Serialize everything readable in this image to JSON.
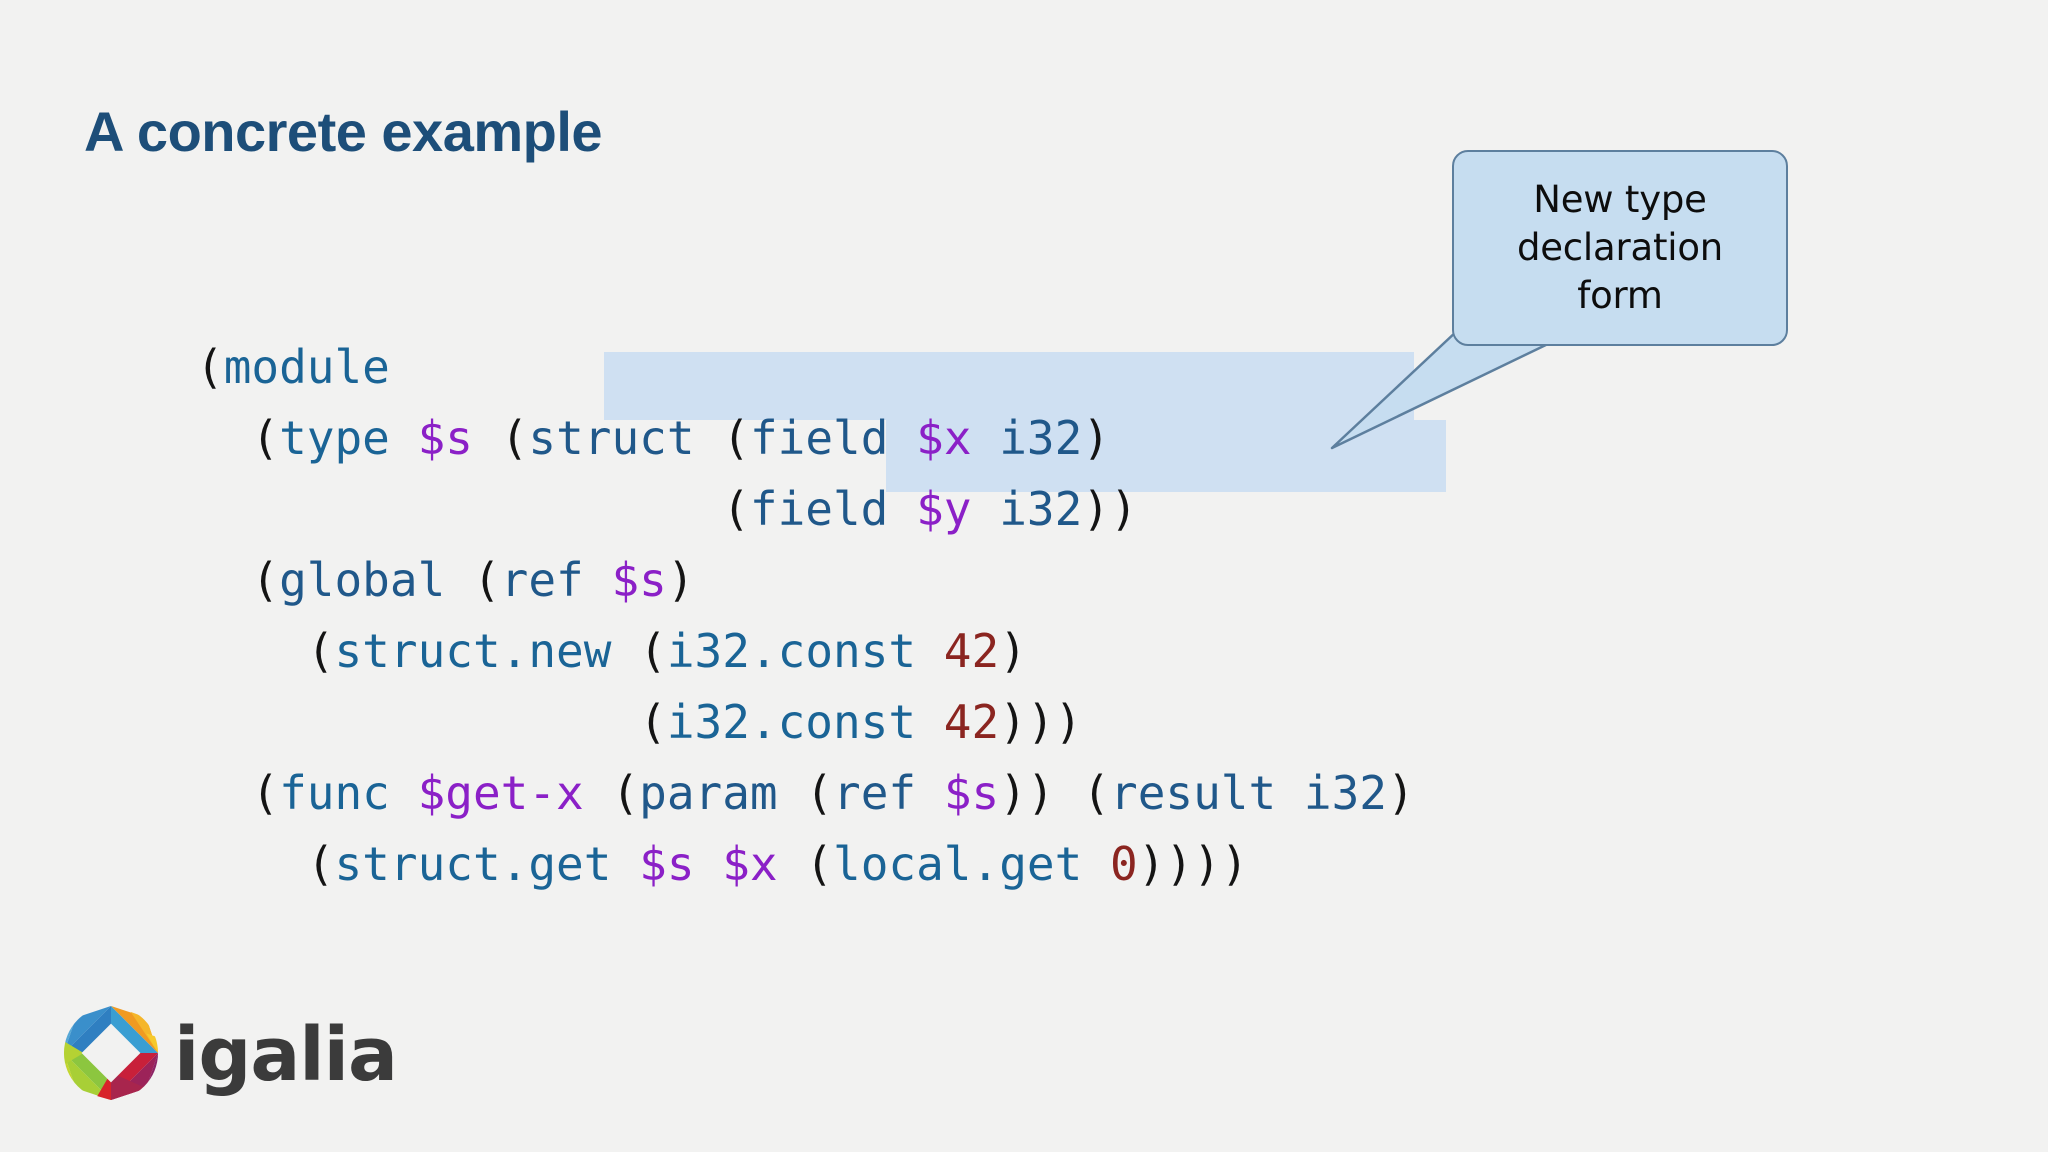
{
  "slide": {
    "title": "A concrete example",
    "background_color": "#f2f2f1",
    "title_color": "#1d4e79"
  },
  "callout": {
    "text": "New type\ndeclaration\nform",
    "line_1": "New type",
    "line_2": "declaration",
    "line_3": "form",
    "fill_color": "#c6ddf0",
    "border_color": "#5d7f9e"
  },
  "highlight": {
    "color": "#cfe0f2",
    "target": "(struct (field $x i32) (field $y i32))"
  },
  "code": {
    "language": "wat",
    "full_text": "(module\n  (type $s (struct (field $x i32)\n                   (field $y i32))\n  (global (ref $s)\n    (struct.new (i32.const 42)\n                (i32.const 42)))\n  (func $get-x (param (ref $s)) (result i32)\n    (struct.get $s $x (local.get 0))))",
    "lines": [
      {
        "id": "line-1",
        "indent": 0,
        "text": "(module"
      },
      {
        "id": "line-2",
        "indent": 1,
        "text": "  (type $s (struct (field $x i32)"
      },
      {
        "id": "line-3",
        "indent": 9,
        "text": "                   (field $y i32))"
      },
      {
        "id": "line-4",
        "indent": 1,
        "text": "  (global (ref $s)"
      },
      {
        "id": "line-5",
        "indent": 2,
        "text": "    (struct.new (i32.const 42)"
      },
      {
        "id": "line-6",
        "indent": 8,
        "text": "                (i32.const 42)))"
      },
      {
        "id": "line-7",
        "indent": 1,
        "text": "  (func $get-x (param (ref $s)) (result i32)"
      },
      {
        "id": "line-8",
        "indent": 2,
        "text": "    (struct.get $s $x (local.get 0))))"
      }
    ],
    "tokens": {
      "parens": "(  )",
      "keywords_bright": [
        "module",
        "type",
        "struct.new",
        "i32.const",
        "func",
        "struct.get",
        "local.get"
      ],
      "keywords_dark": [
        "struct",
        "field",
        "i32",
        "global",
        "ref",
        "param",
        "result"
      ],
      "variables": [
        "$s",
        "$x",
        "$y",
        "$get-x"
      ],
      "numbers": [
        "42",
        "42",
        "0"
      ]
    },
    "colors": {
      "paren": "#141414",
      "keyword_bright": "#1a6496",
      "keyword_dark": "#20588a",
      "variable": "#8b20c7",
      "number": "#8b2520"
    }
  },
  "logo": {
    "name": "igalia",
    "wordmark": "igalia",
    "mark_colors": {
      "blue": "#2b7fc4",
      "teal": "#3aa0d1",
      "orange": "#f08c1e",
      "yellow": "#f4c62a",
      "red": "#d8232a",
      "magenta": "#9e2356",
      "green": "#8dc63f",
      "lime": "#c3d42e"
    }
  }
}
